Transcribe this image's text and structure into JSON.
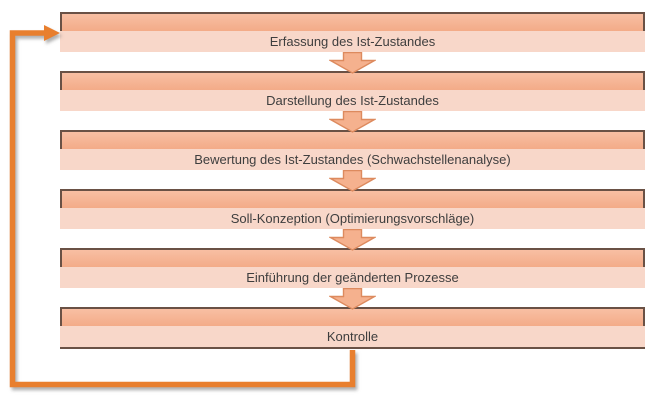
{
  "diagram": {
    "title": "",
    "steps": [
      {
        "label": "Erfassung des Ist-Zustandes"
      },
      {
        "label": "Darstellung des Ist-Zustandes"
      },
      {
        "label": "Bewertung des Ist-Zustandes (Schwachstellenanalyse)"
      },
      {
        "label": "Soll-Konzeption (Optimierungsvorschläge)"
      },
      {
        "label": "Einführung der geänderten Prozesse"
      },
      {
        "label": "Kontrolle"
      }
    ],
    "connectors": {
      "between_steps": "down-block-arrow",
      "feedback": "feedback-loop-arrow from Kontrolle back to Erfassung des Ist-Zustandes"
    },
    "colors": {
      "background": "#ffffff",
      "band_dark_top": "#f8bfa3",
      "band_dark_bottom": "#f3ab88",
      "band_light": "#f8d7c9",
      "box_border": "#6a5145",
      "arrow_fill": "#f5b18e",
      "arrow_stroke": "#dd8a5e",
      "loop_orange": "#e87f2e",
      "text": "#3e3e3e"
    }
  }
}
